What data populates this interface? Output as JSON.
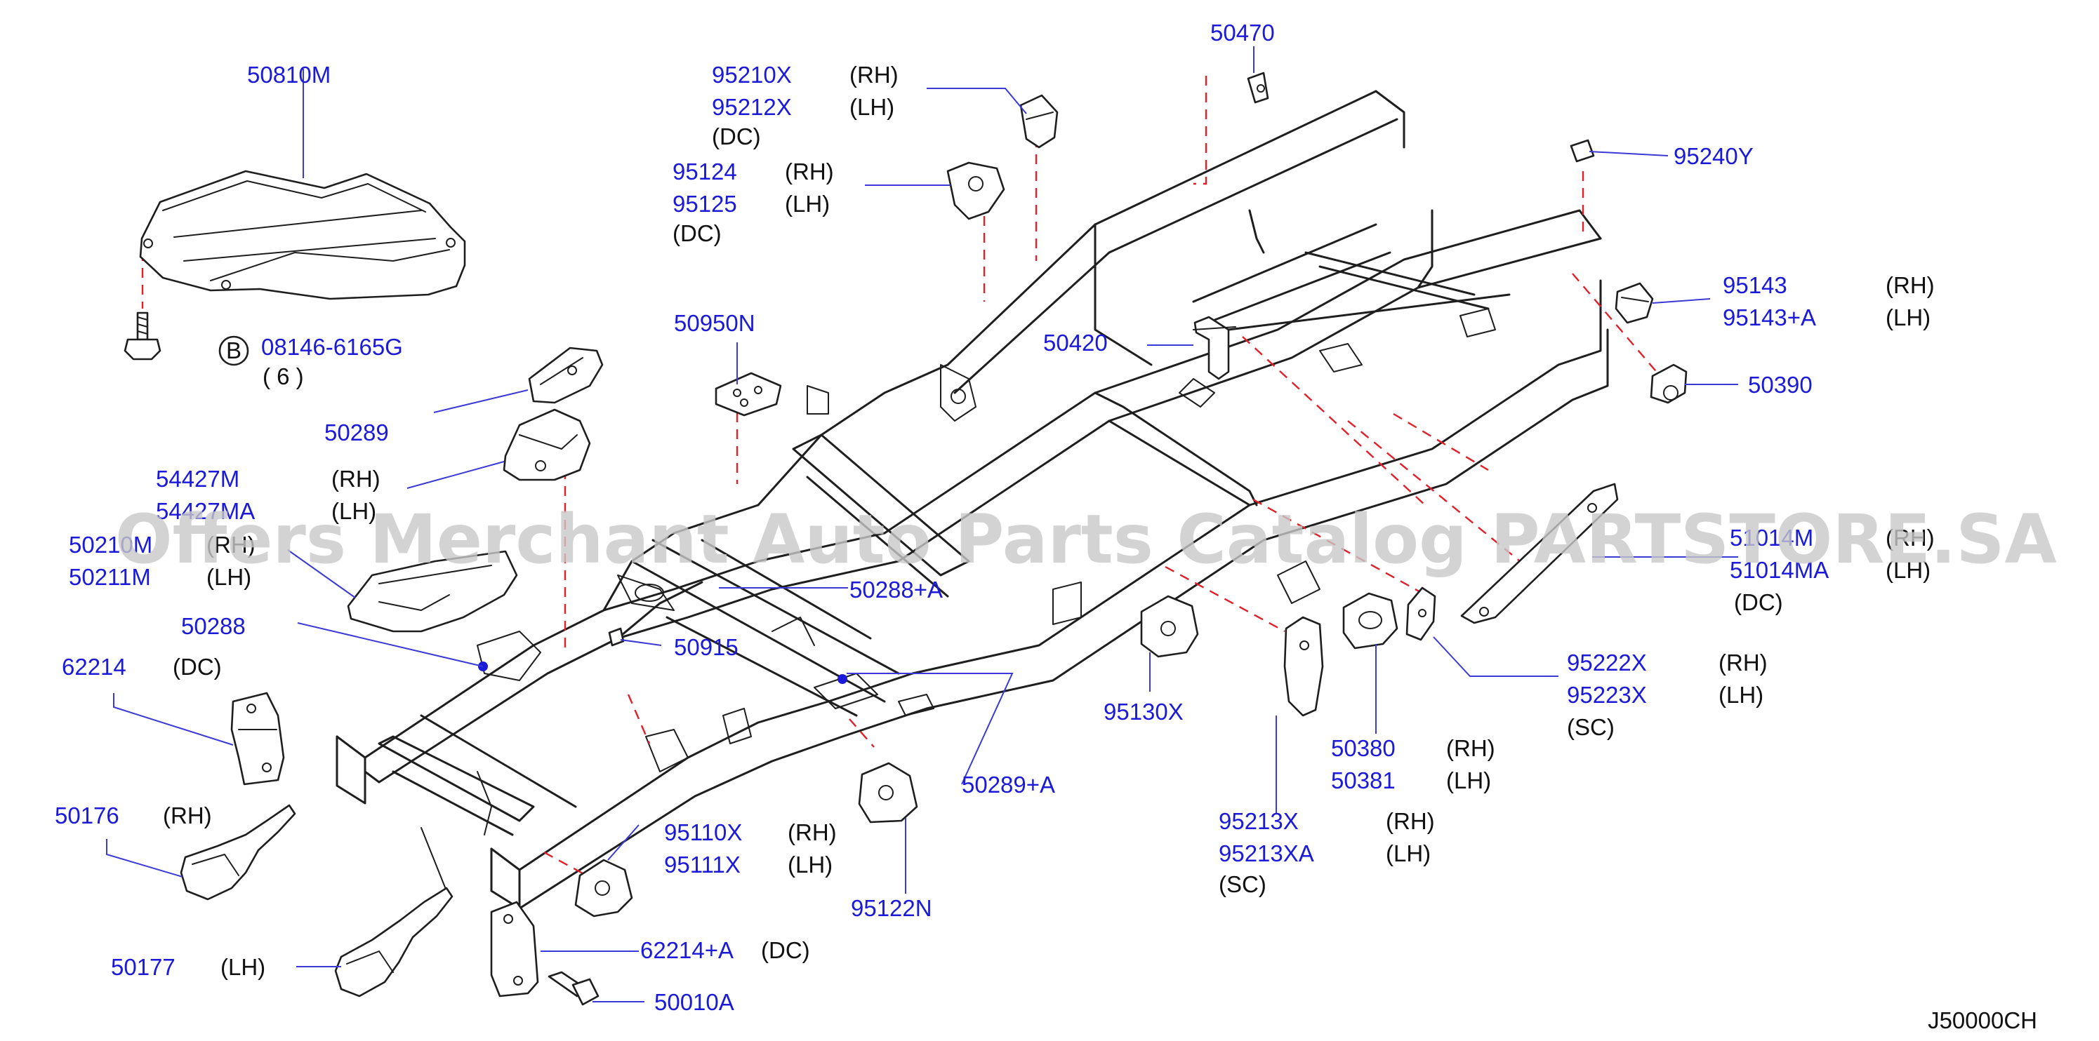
{
  "diagram_code": "J50000CH",
  "watermark": "Offers Merchant Auto Parts Catalog PARTSTORE.SA",
  "callout_b": {
    "letter": "B",
    "part": "08146-6165G",
    "qty": "( 6 )"
  },
  "labels": {
    "p50810M": "50810M",
    "p50289": "50289",
    "p54427M": "54427M",
    "p54427MA": "54427MA",
    "p50210M": "50210M",
    "p50211M": "50211M",
    "p50288": "50288",
    "p62214": "62214",
    "p50176": "50176",
    "p50177": "50177",
    "p95210X": "95210X",
    "p95212X": "95212X",
    "p95124": "95124",
    "p95125": "95125",
    "p50950N": "50950N",
    "p50288A": "50288+A",
    "p50915": "50915",
    "p50289A": "50289+A",
    "p95110X": "95110X",
    "p95111X": "95111X",
    "p62214A": "62214+A",
    "p50010A": "50010A",
    "p95122N": "95122N",
    "p50470": "50470",
    "p95240Y": "95240Y",
    "p95143": "95143",
    "p95143A": "95143+A",
    "p50390": "50390",
    "p50420": "50420",
    "p51014M": "51014M",
    "p51014MA": "51014MA",
    "p95222X": "95222X",
    "p95223X": "95223X",
    "p95130X": "95130X",
    "p50380": "50380",
    "p50381": "50381",
    "p95213X": "95213X",
    "p95213XA": "95213XA"
  },
  "suffixes": {
    "rh": "(RH)",
    "lh": "(LH)",
    "dc": "(DC)",
    "sc": "(SC)"
  }
}
